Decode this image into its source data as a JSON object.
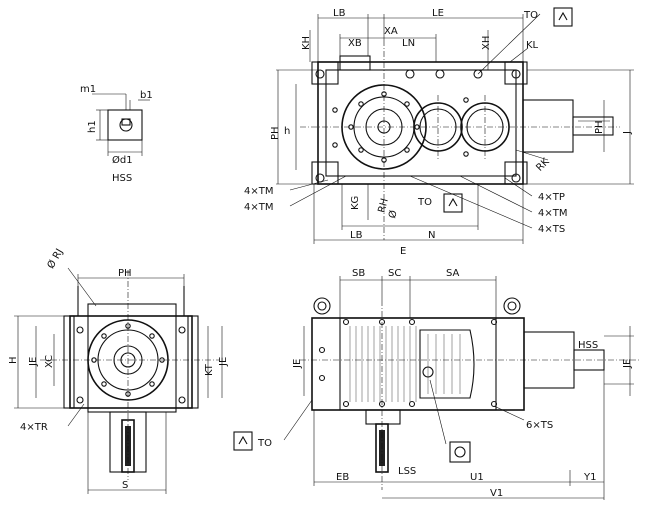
{
  "labels": {
    "LB": "LB",
    "LE": "LE",
    "XA": "XA",
    "XB": "XB",
    "LN": "LN",
    "KH": "KH",
    "XH": "XH",
    "TO": "TO",
    "KL": "KL",
    "PH": "PH",
    "h": "h",
    "J": "J",
    "RK": "RK",
    "KG": "KG",
    "RH": "RH",
    "E": "E",
    "N": "N",
    "4xTM": "4×TM",
    "4xTP": "4×TP",
    "4xTS": "4×TS",
    "4xTR": "4×TR",
    "6xTS": "6×TS",
    "m1": "m1",
    "b1": "b1",
    "h1": "h1",
    "Od1": "Ød1",
    "HSS": "HSS",
    "ORJ": "Ø RJ",
    "H": "H",
    "XC": "XC",
    "JE": "JE",
    "KT": "KT",
    "S": "S",
    "SB": "SB",
    "SC": "SC",
    "SA": "SA",
    "LSS": "LSS",
    "EB": "EB",
    "U1": "U1",
    "V1": "V1",
    "Y1": "Y1",
    "O": "Ø"
  }
}
